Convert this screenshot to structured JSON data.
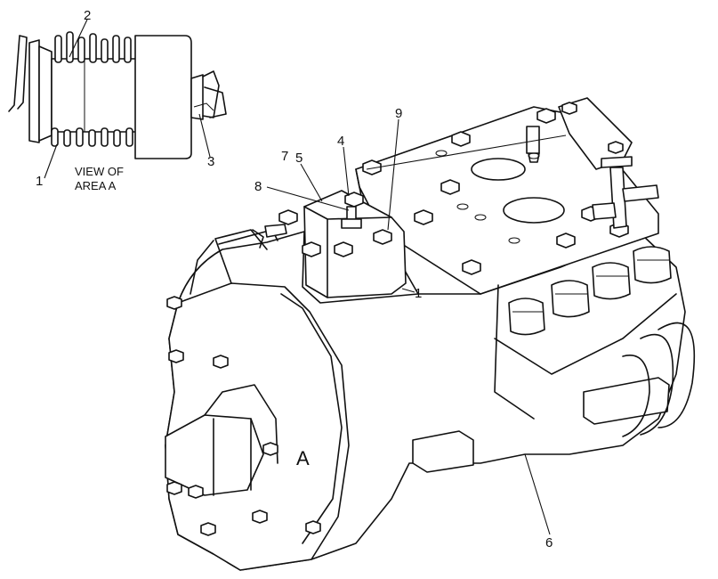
{
  "callouts": {
    "c1_inset": "1",
    "c2_inset": "2",
    "c3_inset": "3",
    "c1_main": "1",
    "c4": "4",
    "c5": "5",
    "c6": "6",
    "c7": "7",
    "c8": "8",
    "c9": "9"
  },
  "inset": {
    "caption_line1": "VIEW OF",
    "caption_line2": "AREA A"
  },
  "main": {
    "area_label": "A"
  }
}
